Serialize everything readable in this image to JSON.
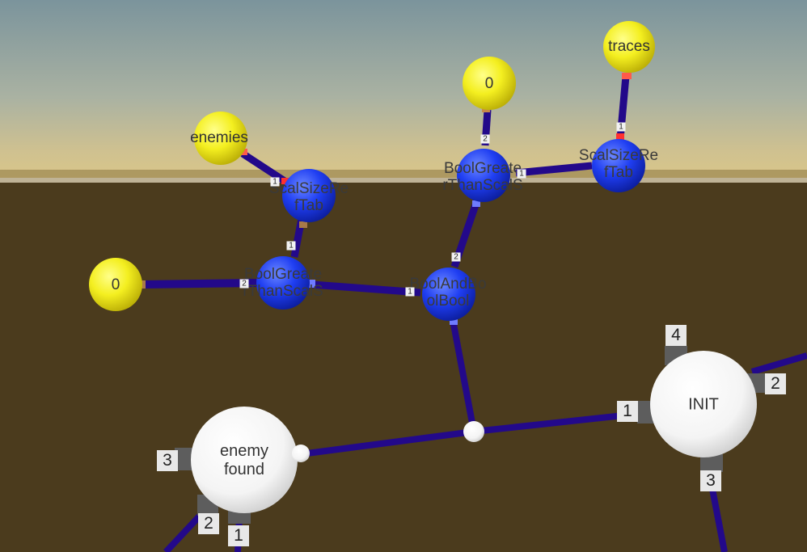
{
  "graph": {
    "value_nodes": {
      "enemies": "enemies",
      "traces": "traces",
      "zero_top": "0",
      "zero_left": "0"
    },
    "op_nodes": {
      "scal_size_left": "ScalSizeRe\nfTab",
      "scal_size_right": "ScalSizeRe\nfTab",
      "bool_greater_top": "BoolGreate\nrThanScalS",
      "bool_greater_left": "BoolGreate\nrThanScalS",
      "bool_and": "BoolAndBo\nolBool"
    },
    "state_nodes": {
      "init": "INIT",
      "enemy_found": "enemy\nfound"
    },
    "init_ports": [
      "4",
      "2",
      "1",
      "3"
    ],
    "enemy_found_ports": [
      "3",
      "2",
      "1"
    ],
    "link_ports": {
      "traces_to_scal": "1",
      "zero_to_bool_top": "2",
      "scal_right_to_bool_top": "1",
      "enemies_to_scal": "1",
      "scal_left_to_bool_left": "1",
      "zero_to_bool_left": "2",
      "bool_top_to_and": "2",
      "bool_left_to_and": "1"
    }
  },
  "colors": {
    "sky_top": "#7f9aa1",
    "horizon": "#d3c28c",
    "ground": "#4a3a1d",
    "edge": "#230a8a",
    "value_node": "#f2ee23",
    "op_node": "#1f3dff",
    "state_node": "#ffffff"
  }
}
